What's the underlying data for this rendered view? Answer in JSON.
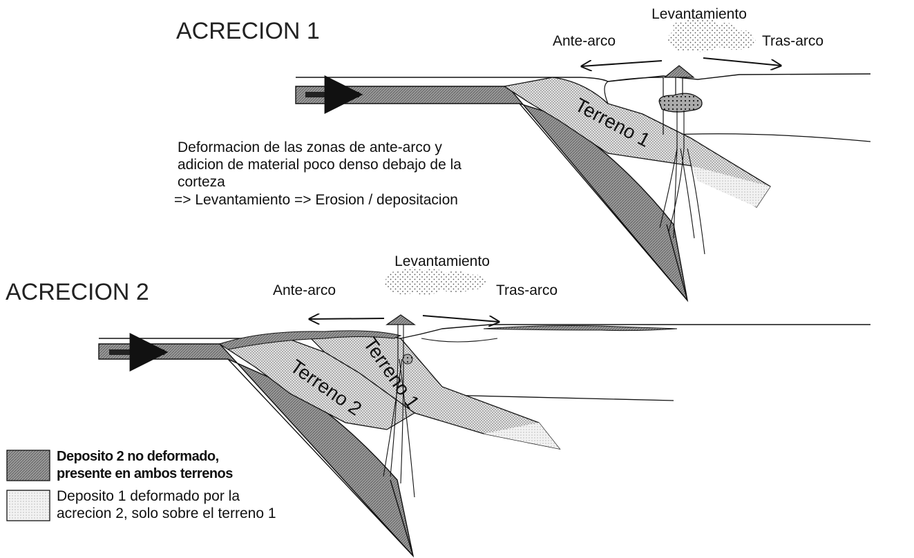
{
  "panel1": {
    "title": "ACRECION 1",
    "uplift": "Levantamiento",
    "forearc": "Ante-arco",
    "backarc": "Tras-arco",
    "terrain": "Terreno 1",
    "caption": [
      "Deformacion de las zonas de ante-arco y",
      "adicion de material poco denso debajo de la",
      "corteza",
      "=> Levantamiento  => Erosion / depositacion"
    ]
  },
  "panel2": {
    "title": "ACRECION 2",
    "uplift": "Levantamiento",
    "forearc": "Ante-arco",
    "backarc": "Tras-arco",
    "terrain1": "Terreno 1",
    "terrain2": "Terreno 2"
  },
  "legend": {
    "item1": [
      "Deposito 2 no deformado,",
      "presente en ambos terrenos"
    ],
    "item2": [
      "Deposito 1 deformado por la",
      "acrecion 2, solo sobre el terreno 1"
    ]
  },
  "colors": {
    "dark_hatch": "#8a8a8a",
    "medium_stipple": "#b0b0b0",
    "light_stipple": "#d6d6d6",
    "line": "#111111"
  }
}
